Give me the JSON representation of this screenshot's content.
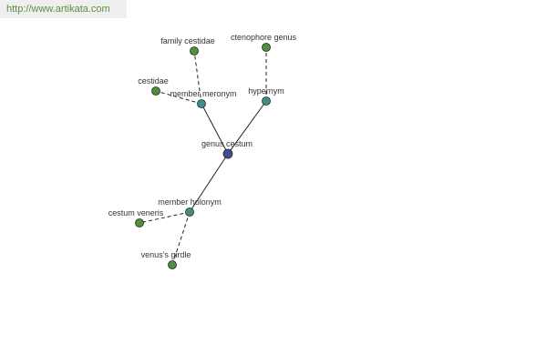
{
  "site": {
    "url_text": "http://www.artikata.com"
  },
  "colors": {
    "url_text": "#5b8f3a",
    "url_background": "#efefef",
    "leaf_node": "#4f8f3f",
    "relation_node": "#3f8f88",
    "center_node": "#454f8f",
    "edge": "#222222",
    "label": "#333333"
  },
  "graph": {
    "nodes": [
      {
        "id": "genus-cestum",
        "label": "genus cestum",
        "kind": "center"
      },
      {
        "id": "member-meronym",
        "label": "member meronym",
        "kind": "relation"
      },
      {
        "id": "hypernym",
        "label": "hypernym",
        "kind": "relation"
      },
      {
        "id": "member-holonym",
        "label": "member holonym",
        "kind": "relation"
      },
      {
        "id": "family-cestidae",
        "label": "family cestidae",
        "kind": "leaf"
      },
      {
        "id": "cestidae",
        "label": "cestidae",
        "kind": "leaf"
      },
      {
        "id": "ctenophore-genus",
        "label": "ctenophore genus",
        "kind": "leaf"
      },
      {
        "id": "cestum-veneris",
        "label": "cestum veneris",
        "kind": "leaf"
      },
      {
        "id": "venuss-girdle",
        "label": "venus's girdle",
        "kind": "leaf"
      }
    ],
    "edges": [
      {
        "from": "genus-cestum",
        "to": "member-meronym",
        "style": "solid"
      },
      {
        "from": "genus-cestum",
        "to": "hypernym",
        "style": "solid"
      },
      {
        "from": "genus-cestum",
        "to": "member-holonym",
        "style": "solid"
      },
      {
        "from": "member-meronym",
        "to": "family-cestidae",
        "style": "dashed"
      },
      {
        "from": "member-meronym",
        "to": "cestidae",
        "style": "dashed"
      },
      {
        "from": "hypernym",
        "to": "ctenophore-genus",
        "style": "dashed"
      },
      {
        "from": "member-holonym",
        "to": "cestum-veneris",
        "style": "dashed"
      },
      {
        "from": "member-holonym",
        "to": "venuss-girdle",
        "style": "dashed"
      }
    ]
  }
}
